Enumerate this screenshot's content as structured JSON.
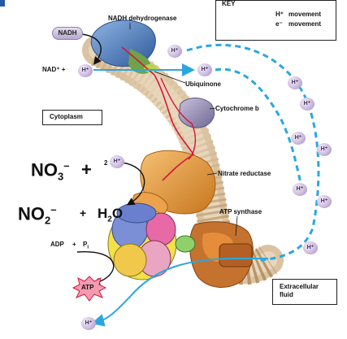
{
  "key": {
    "title": "KEY",
    "items": [
      {
        "label": "movement",
        "symbol": "H⁺",
        "color": "#2aa7e0",
        "style": "dashed"
      },
      {
        "label": "movement",
        "symbol": "e⁻",
        "color": "#d4163b",
        "style": "solid"
      }
    ]
  },
  "labels": {
    "nadh_dehydrogenase": "NADH dehydrogenase",
    "ubiquinone": "Ubiquinone",
    "cytochrome_b": "Cytochrome b",
    "nitrate_reductase": "Nitrate reductase",
    "atp_synthase": "ATP synthase",
    "cytoplasm": "Cytoplasm",
    "extracellular_fluid": "Extracellular\nfluid"
  },
  "molecules": {
    "nadh": "NADH",
    "nad_plus": "NAD⁺ +",
    "h_plus": "H⁺",
    "no3_main": "NO",
    "no3_sub": "3",
    "no3_sup": "–",
    "no3_plus": "+",
    "two": "2",
    "no2_main": "NO",
    "no2_sub": "2",
    "no2_sup": "–",
    "plus2": "+",
    "h2o_main": "H",
    "h2o_sub": "2",
    "h2o_o": "O",
    "adp": "ADP",
    "plus3": "+",
    "pi_main": "P",
    "pi_sub": "i",
    "atp": "ATP"
  },
  "colors": {
    "electron_path": "#d4163b",
    "proton_path": "#2aa7e0",
    "nadh_dehydrogenase": "#5a7fb8",
    "cytochrome_b": "#8f86b0",
    "nitrate_reductase": "#e39a3a",
    "membrane_head": "#d8bb92"
  }
}
